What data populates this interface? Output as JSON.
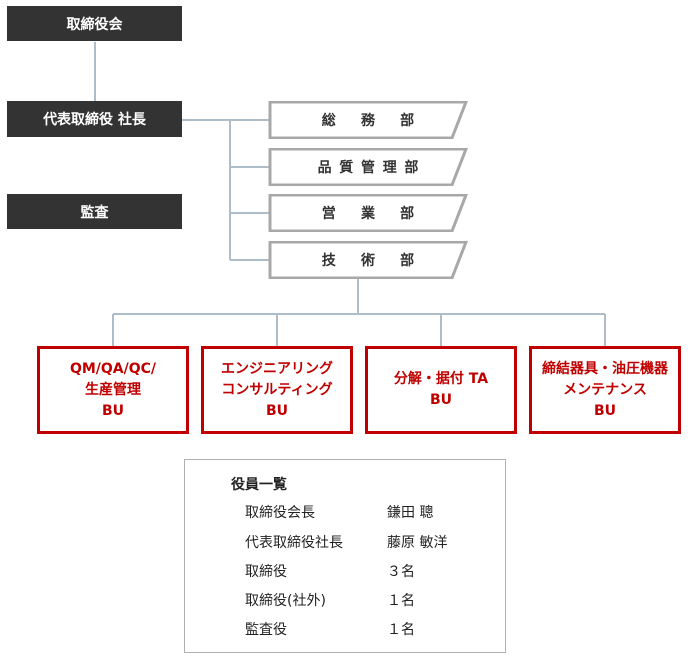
{
  "board": "取締役会",
  "president": "代表取締役 社長",
  "audit": "監査",
  "departments": [
    "総務部",
    "品質管理部",
    "営業部",
    "技術部"
  ],
  "business_units": [
    {
      "line1": "QM/QA/QC/",
      "line2": "生産管理",
      "line3": "BU"
    },
    {
      "line1": "エンジニアリング",
      "line2": "コンサルティング",
      "line3": "BU"
    },
    {
      "line1": "分解・据付 TA",
      "line2": "BU"
    },
    {
      "line1": "締結器具・油圧機器",
      "line2": "メンテナンス",
      "line3": "BU"
    }
  ],
  "roster": {
    "title": "役員一覧",
    "rows": [
      {
        "role": "取締役会長",
        "name": "鎌田 聰"
      },
      {
        "role": "代表取締役社長",
        "name": "藤原 敏洋"
      },
      {
        "role": "取締役",
        "name": "３名"
      },
      {
        "role": "取締役(社外)",
        "name": "１名"
      },
      {
        "role": "監査役",
        "name": "１名"
      }
    ]
  },
  "colors": {
    "dark": "#333333",
    "accent": "#c00000",
    "line": "#aebdca",
    "dept_border": "#a8a8a8"
  }
}
